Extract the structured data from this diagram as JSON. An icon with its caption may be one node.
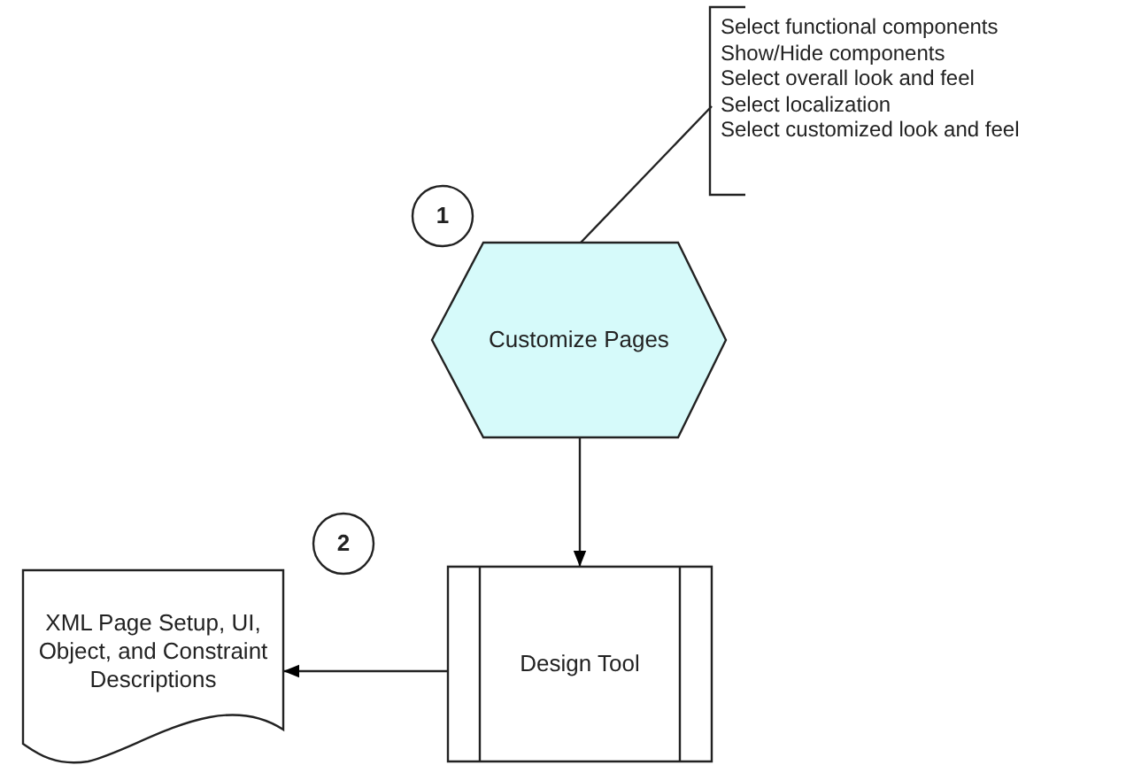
{
  "diagram": {
    "nodes": [
      {
        "text": [
          "Select functional components",
          "Show/Hide components",
          "Select overall look and feel",
          "Select localization",
          "Select customized look and feel"
        ]
      },
      {
        "text": [
          "Customize Pages"
        ]
      },
      {
        "text": [
          "Design Tool"
        ]
      },
      {
        "text": [
          "XML Page Setup, UI, Object, and Constraint Descriptions"
        ]
      }
    ],
    "edges": [
      {
        "from": 0,
        "to": 1,
        "arrow": "none"
      },
      {
        "from": 1,
        "to": 2,
        "arrow": "to"
      },
      {
        "from": 2,
        "to": 3,
        "arrow": "to"
      }
    ],
    "labels": [
      "1",
      "2"
    ]
  }
}
